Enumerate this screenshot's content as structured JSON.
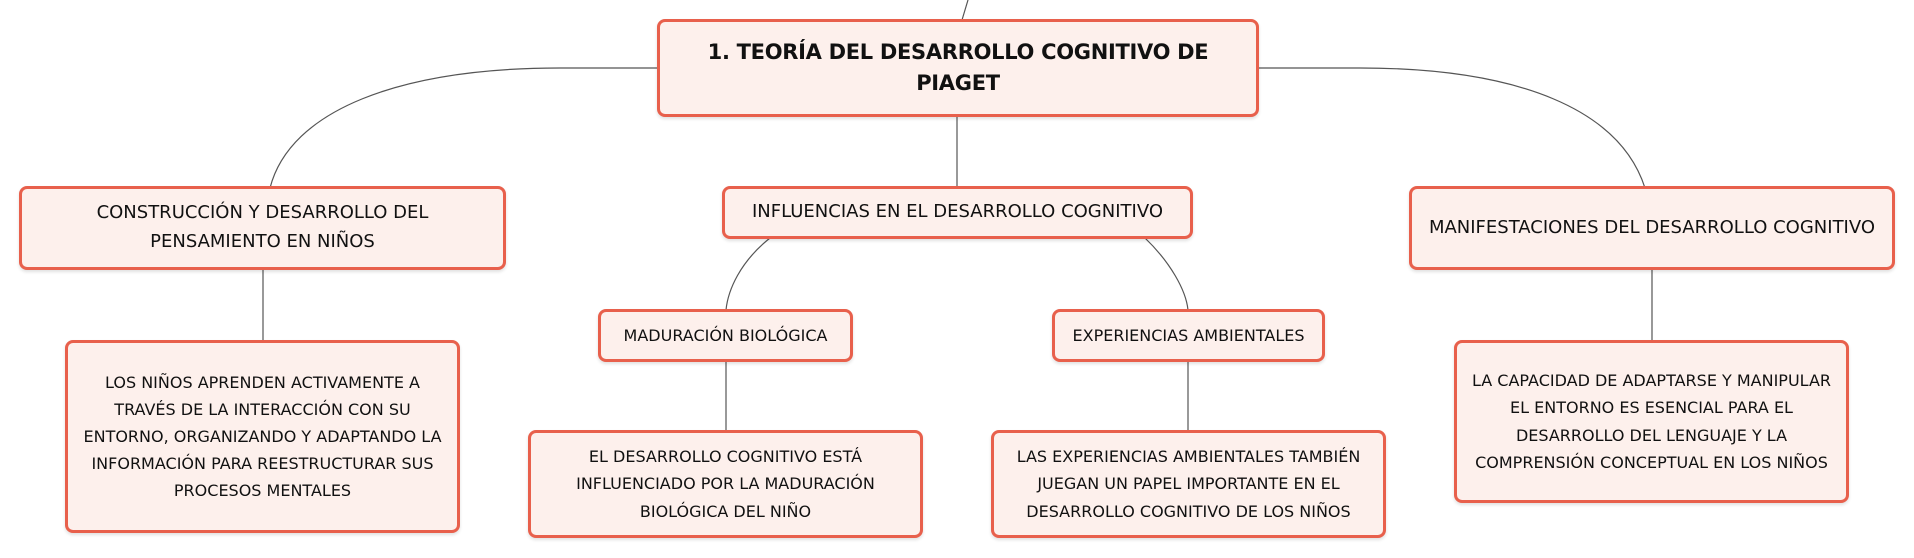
{
  "diagram": {
    "root": "1. TEORÍA DEL DESARROLLO COGNITIVO DE PIAGET",
    "branches": [
      {
        "label": "CONSTRUCCIÓN Y DESARROLLO DEL PENSAMIENTO EN NIÑOS",
        "child": "LOS NIÑOS APRENDEN ACTIVAMENTE A TRAVÉS DE LA INTERACCIÓN CON SU ENTORNO, ORGANIZANDO Y ADAPTANDO LA INFORMACIÓN PARA REESTRUCTURAR SUS PROCESOS MENTALES"
      },
      {
        "label": "INFLUENCIAS EN EL DESARROLLO COGNITIVO",
        "children": [
          {
            "label": "MADURACIÓN BIOLÓGICA",
            "child": "EL DESARROLLO COGNITIVO ESTÁ INFLUENCIADO POR LA MADURACIÓN BIOLÓGICA DEL NIÑO"
          },
          {
            "label": "EXPERIENCIAS AMBIENTALES",
            "child": "LAS EXPERIENCIAS AMBIENTALES TAMBIÉN JUEGAN UN PAPEL IMPORTANTE EN EL DESARROLLO COGNITIVO DE LOS NIÑOS"
          }
        ]
      },
      {
        "label": "MANIFESTACIONES DEL DESARROLLO COGNITIVO",
        "child": "LA CAPACIDAD DE ADAPTARSE Y MANIPULAR EL ENTORNO ES ESENCIAL PARA EL DESARROLLO DEL LENGUAJE Y LA COMPRENSIÓN CONCEPTUAL EN LOS NIÑOS"
      }
    ]
  },
  "colors": {
    "node_border": "#e8604c",
    "node_fill": "#fdf0ec",
    "connector": "#555555"
  }
}
